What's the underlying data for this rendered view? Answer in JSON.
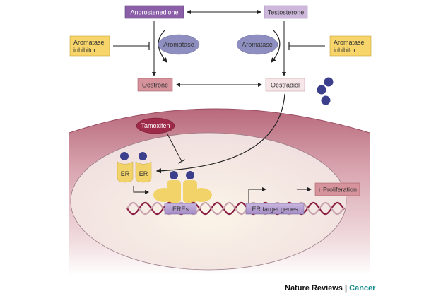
{
  "nodes": {
    "androstenedione": "Androstenedione",
    "testosterone": "Testosterone",
    "aromatase_left": "Aromatase",
    "aromatase_right": "Aromatase",
    "inhibitor_left_1": "Aromatase",
    "inhibitor_left_2": "inhibitor",
    "inhibitor_right_1": "Aromatase",
    "inhibitor_right_2": "inhibitor",
    "oestrone": "Oestrone",
    "oestradiol": "Oestradiol",
    "tamoxifen": "Tamoxifen",
    "er1": "ER",
    "er2": "ER",
    "eres": "EREs",
    "target_genes": "ER target genes",
    "proliferation": "↑ Proliferation"
  },
  "footer": {
    "journal": "Nature Reviews",
    "separator": " | ",
    "section": "Cancer"
  },
  "colors": {
    "androstenedione": "#8a5fa8",
    "testosterone": "#cdb8dc",
    "aromatase": "#8e8fc0",
    "inhibitor": "#f7d56a",
    "oestrone": "#d6939c",
    "oestradiol": "#f7e6e8",
    "tamoxifen": "#9e2a4a",
    "er": "#f2d36a",
    "ligand": "#3b3f8c",
    "footer_accent": "#1a8c8c"
  }
}
